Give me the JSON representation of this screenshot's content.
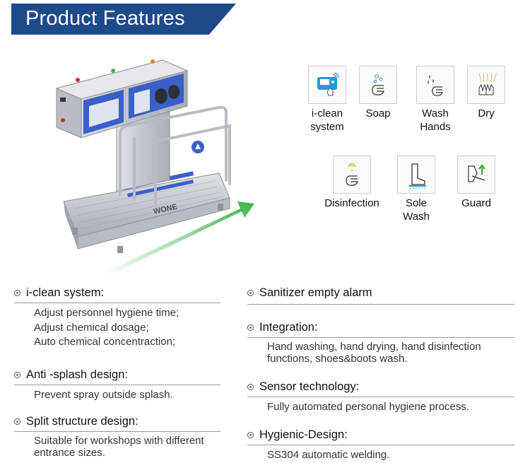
{
  "header": {
    "title": "Product Features"
  },
  "machine": {
    "brand": "WONE"
  },
  "features": [
    {
      "icon": "i-clean-panel-icon",
      "label_lines": [
        "i-clean",
        "system"
      ]
    },
    {
      "icon": "soap-icon",
      "label_lines": [
        "Soap"
      ]
    },
    {
      "icon": "wash-hands-icon",
      "label_lines": [
        "Wash",
        "Hands"
      ]
    },
    {
      "icon": "dry-icon",
      "label_lines": [
        "Dry"
      ]
    },
    {
      "icon": "disinfection-icon",
      "label_lines": [
        "Disinfection"
      ]
    },
    {
      "icon": "sole-wash-icon",
      "label_lines": [
        "Sole",
        "Wash"
      ]
    },
    {
      "icon": "guard-icon",
      "label_lines": [
        "Guard"
      ]
    }
  ],
  "sections_left": [
    {
      "title": "i-clean system:",
      "lines": [
        "Adjust personnel hygiene time;",
        "Adjust chemical dosage;",
        "Auto chemical concentraction;"
      ]
    },
    {
      "title": "Anti -splash design:",
      "lines": [
        "Prevent spray outside splash."
      ]
    },
    {
      "title": "Split structure design:",
      "lines": [
        "Suitable for workshops with different",
        "entrance sizes."
      ]
    }
  ],
  "sections_right": [
    {
      "title": "Sanitizer empty alarm",
      "lines": []
    },
    {
      "title": "Integration:",
      "lines": [
        "Hand washing, hand drying, hand disinfection",
        "functions, shoes&boots wash."
      ]
    },
    {
      "title": "Sensor technology:",
      "lines": [
        "Fully automated personal hygiene process."
      ]
    },
    {
      "title": "Hygienic-Design:",
      "lines": [
        "SS304 automatic welding."
      ]
    }
  ],
  "colors": {
    "banner": "#1f4a8a",
    "steel": "#c9ccd1",
    "accent_blue": "#3a5fc8",
    "arrow_green": "#3ab54a"
  }
}
